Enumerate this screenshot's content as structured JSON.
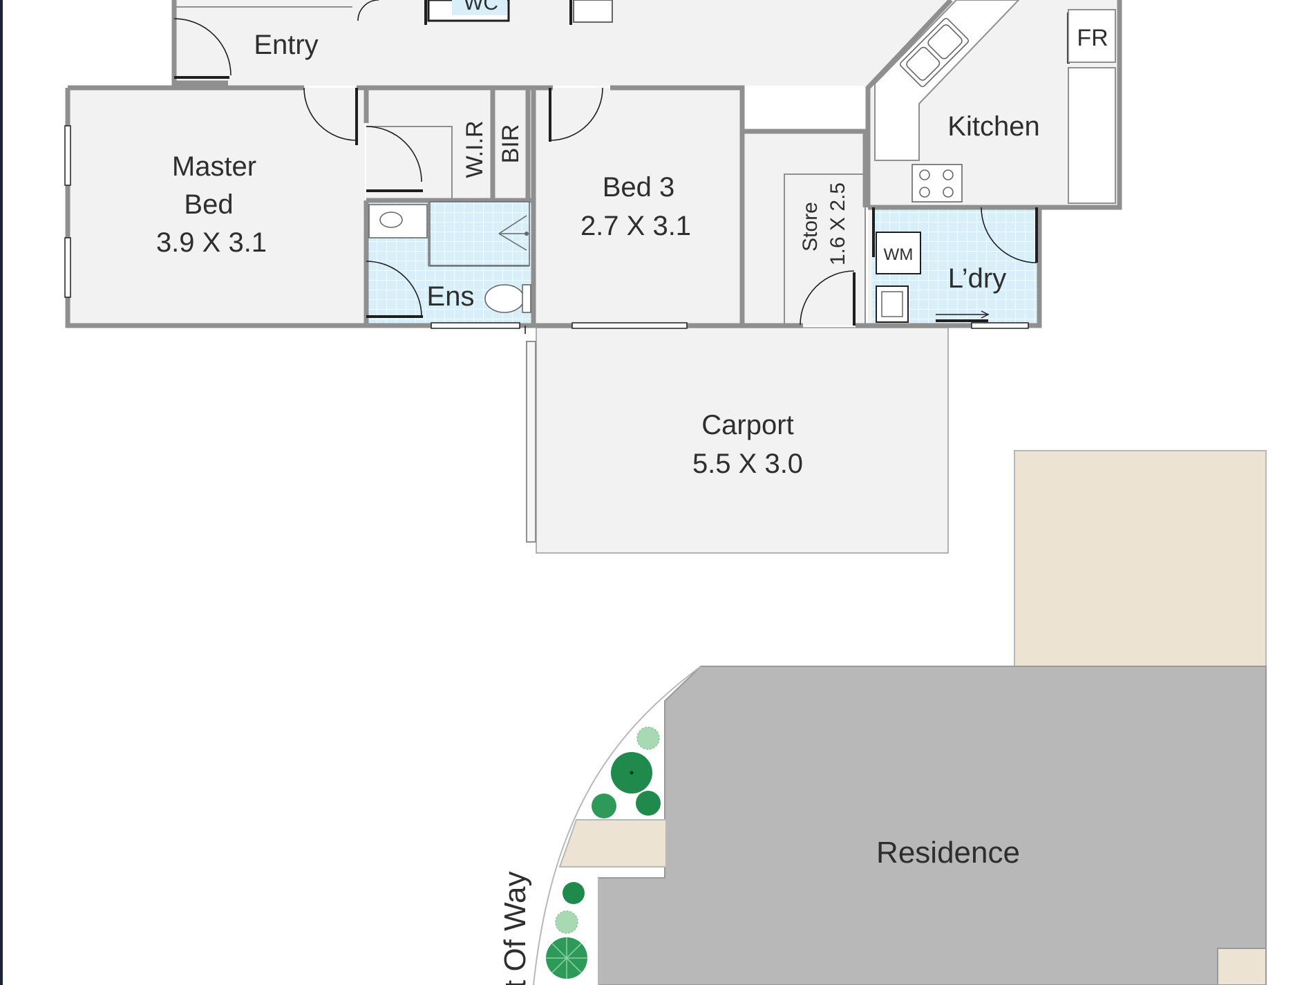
{
  "rooms": {
    "entry": "Entry",
    "wc": "WC",
    "kitchen": "Kitchen",
    "fr": "FR",
    "master_name_1": "Master",
    "master_name_2": "Bed",
    "master_dims": "3.9 X 3.1",
    "wir": "W.I.R",
    "bir": "BIR",
    "bed3_name": "Bed 3",
    "bed3_dims": "2.7 X 3.1",
    "store_name": "Store",
    "store_dims": "1.6 X 2.5",
    "wm": "WM",
    "laundry": "L’dry",
    "ensuite": "Ens",
    "carport_name": "Carport",
    "carport_dims": "5.5 X 3.0",
    "residence": "Residence",
    "right_of_way": "t Of Way"
  },
  "colors": {
    "floor": "#f2f2f2",
    "wall": "#8f8f8f",
    "tile": "#d8eef8",
    "residence": "#b8b8b8",
    "pavement": "#ede3d3",
    "tree_dark": "#1f8a4c",
    "tree_light": "#a9d9b2",
    "frame": "#1e2436"
  },
  "icons": [
    "sink-icon",
    "stove-icon",
    "toilet-icon",
    "basin-icon",
    "shower-icon",
    "tree-icon",
    "sliding-door-arrow-icon"
  ]
}
